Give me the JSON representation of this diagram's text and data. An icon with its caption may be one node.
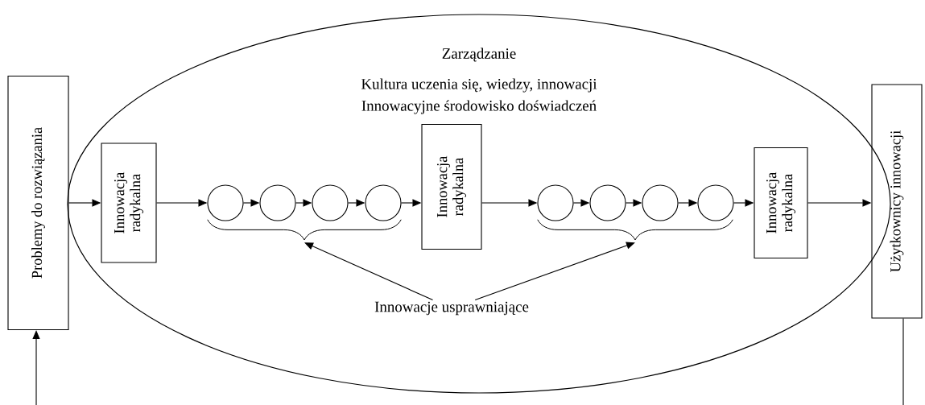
{
  "diagram": {
    "nodes": [
      {
        "text": [
          "Problemy do rozwiązania"
        ]
      },
      {
        "text": [
          "Zarządzanie",
          "Kultura uczenia się, wiedzy, innowacji",
          "Innowacyjne środowisko doświadczeń"
        ]
      },
      {
        "text": [
          "Innowacja radykalna"
        ],
        "in": 1
      },
      {
        "text": [],
        "shape": "circle",
        "in": 1
      },
      {
        "text": [],
        "shape": "circle",
        "in": 1
      },
      {
        "text": [],
        "shape": "circle",
        "in": 1
      },
      {
        "text": [],
        "shape": "circle",
        "in": 1
      },
      {
        "text": [
          "Innowacja radykalna"
        ],
        "in": 1
      },
      {
        "text": [],
        "shape": "circle",
        "in": 1
      },
      {
        "text": [],
        "shape": "circle",
        "in": 1
      },
      {
        "text": [],
        "shape": "circle",
        "in": 1
      },
      {
        "text": [],
        "shape": "circle",
        "in": 1
      },
      {
        "text": [
          "Innowacja radykalna"
        ],
        "in": 1
      },
      {
        "text": [],
        "shape": "brace",
        "in": 1
      },
      {
        "text": [],
        "shape": "brace",
        "in": 1
      },
      {
        "text": [
          "Innowacje usprawniające"
        ],
        "in": 1
      },
      {
        "text": [
          "Użytkownicy innowacji"
        ]
      }
    ],
    "edges": [
      {
        "from": null,
        "to": 0,
        "arrow": "to"
      },
      {
        "from": 0,
        "to": 2,
        "arrow": "to"
      },
      {
        "from": 2,
        "to": 3,
        "arrow": "to"
      },
      {
        "from": 3,
        "to": 4,
        "arrow": "to"
      },
      {
        "from": 4,
        "to": 5,
        "arrow": "to"
      },
      {
        "from": 5,
        "to": 6,
        "arrow": "to"
      },
      {
        "from": 6,
        "to": 7,
        "arrow": "to"
      },
      {
        "from": 7,
        "to": 8,
        "arrow": "to"
      },
      {
        "from": 8,
        "to": 9,
        "arrow": "to"
      },
      {
        "from": 9,
        "to": 10,
        "arrow": "to"
      },
      {
        "from": 10,
        "to": 11,
        "arrow": "to"
      },
      {
        "from": 11,
        "to": 12,
        "arrow": "to"
      },
      {
        "from": 12,
        "to": 16,
        "arrow": "to"
      },
      {
        "from": 15,
        "to": 13,
        "arrow": "to"
      },
      {
        "from": 15,
        "to": 14,
        "arrow": "to"
      },
      {
        "from": 16,
        "to": null,
        "arrow": "none"
      }
    ]
  }
}
